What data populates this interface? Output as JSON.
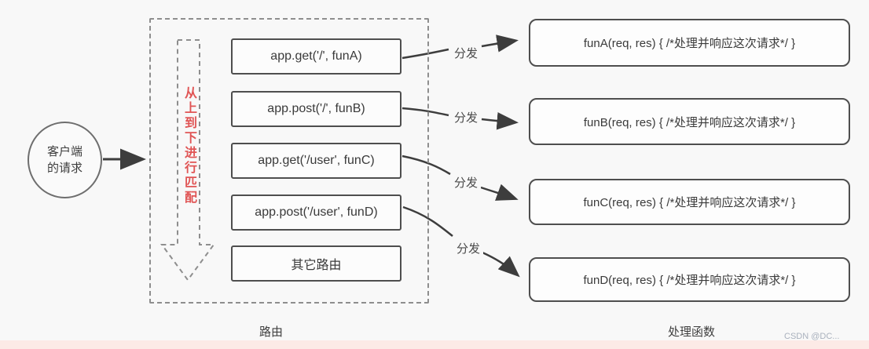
{
  "colors": {
    "arrow": "#3d3d3d",
    "box_border": "#4e4e4e",
    "dashed_border": "#8e8e8e",
    "accent_red": "#e05555",
    "watermark": "#a9b1bd",
    "footer_strip": "#fceae6"
  },
  "diagram": {
    "client_request": {
      "line1": "客户端",
      "line2": "的请求"
    },
    "router_section": {
      "match_order_text": "从上到下进行匹配",
      "routes": [
        "app.get('/', funA)",
        "app.post('/', funB)",
        "app.get('/user', funC)",
        "app.post('/user', funD)",
        "其它路由"
      ],
      "caption": "路由"
    },
    "dispatch_label": "分发",
    "handlers_section": {
      "handlers": [
        "funA(req, res) { /*处理并响应这次请求*/ }",
        "funB(req, res) { /*处理并响应这次请求*/ }",
        "funC(req, res) { /*处理并响应这次请求*/ }",
        "funD(req, res) { /*处理并响应这次请求*/ }"
      ],
      "caption": "处理函数"
    },
    "watermark": "CSDN @DC..."
  }
}
